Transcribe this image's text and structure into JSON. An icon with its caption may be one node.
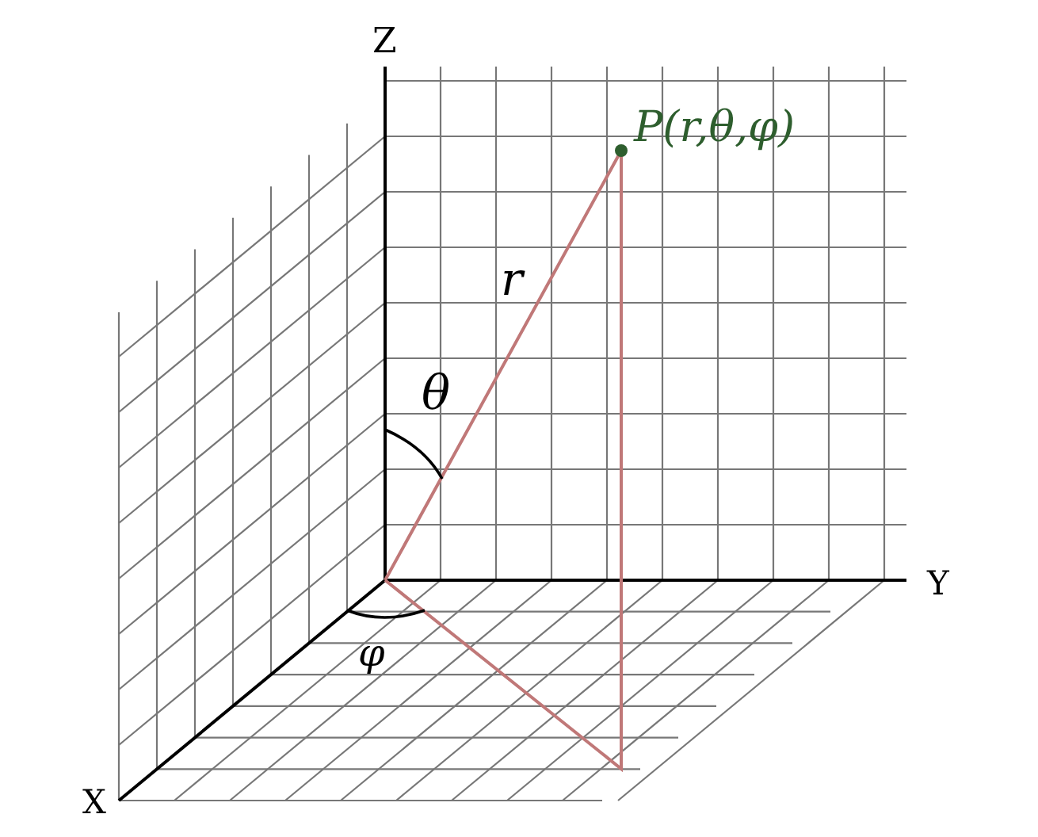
{
  "diagram": {
    "labels": [
      "Z",
      "P(r,θ,φ)",
      "r",
      "θ",
      "Y",
      "φ",
      "X"
    ]
  }
}
